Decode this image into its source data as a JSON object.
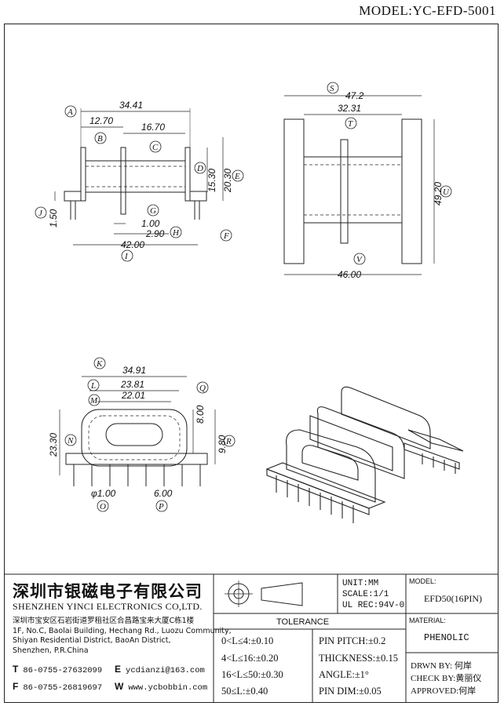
{
  "header": {
    "model": "MODEL:YC-EFD-5001"
  },
  "front_view": {
    "dims": [
      "34.41",
      "12.70",
      "16.70",
      "15.30",
      "20.30",
      "1.50",
      "1.00",
      "2.90",
      "42.00"
    ],
    "labels": [
      "A",
      "B",
      "C",
      "D",
      "E",
      "J",
      "G",
      "H",
      "I",
      "F"
    ]
  },
  "side_view": {
    "dims": [
      "47.2",
      "32.31",
      "49.20",
      "46.00"
    ],
    "labels": [
      "S",
      "T",
      "U",
      "V"
    ]
  },
  "bottom_view": {
    "dims": [
      "34.91",
      "23.81",
      "22.01",
      "8.00",
      "9.80",
      "23.30",
      "φ1.00",
      "6.00"
    ],
    "labels": [
      "K",
      "L",
      "M",
      "Q",
      "R",
      "N",
      "O",
      "P"
    ]
  },
  "title_block": {
    "company_cn": "深圳市银磁电子有限公司",
    "company_en": "SHENZHEN YINCI ELECTRONICS CO,LTD.",
    "address": [
      "深圳市宝安区石岩街道罗租社区合昌路宝来大厦C栋1楼",
      "1F, No.C, Baolai Building, Hechang Rd., Luozu Community,",
      "Shiyan Residential District, BaoAn District,",
      "Shenzhen, P.R.China"
    ],
    "tel": {
      "key": "T",
      "value": "86-0755-27632099"
    },
    "fax": {
      "key": "F",
      "value": "86-0755-26819697"
    },
    "email": {
      "key": "E",
      "value": "ycdianzi@163.com"
    },
    "web": {
      "key": "W",
      "value": "www.ycbobbin.com"
    },
    "unit": "UNIT:MM",
    "scale": "SCALE:1/1",
    "ul": "UL REC:94V-0",
    "tolerance_title": "TOLERANCE",
    "tolerances": [
      "0<L≤4:±0.10",
      "4<L≤16:±0.20",
      "16<L≤50:±0.30",
      "50≤L:±0.40"
    ],
    "pin_specs": [
      "PIN PITCH:±0.2",
      "THICKNESS:±0.15",
      "ANGLE:±1°",
      "PIN DIM:±0.05"
    ],
    "model_label": "MODEL:",
    "model_value": "EFD50(16PIN)",
    "material_label": "MATERIAL:",
    "material_value": "PHENOLIC",
    "drawn": "DRWN BY: 何岸",
    "check": "CHECK BY:黄丽仪",
    "approved": "APPROVED:何岸"
  }
}
